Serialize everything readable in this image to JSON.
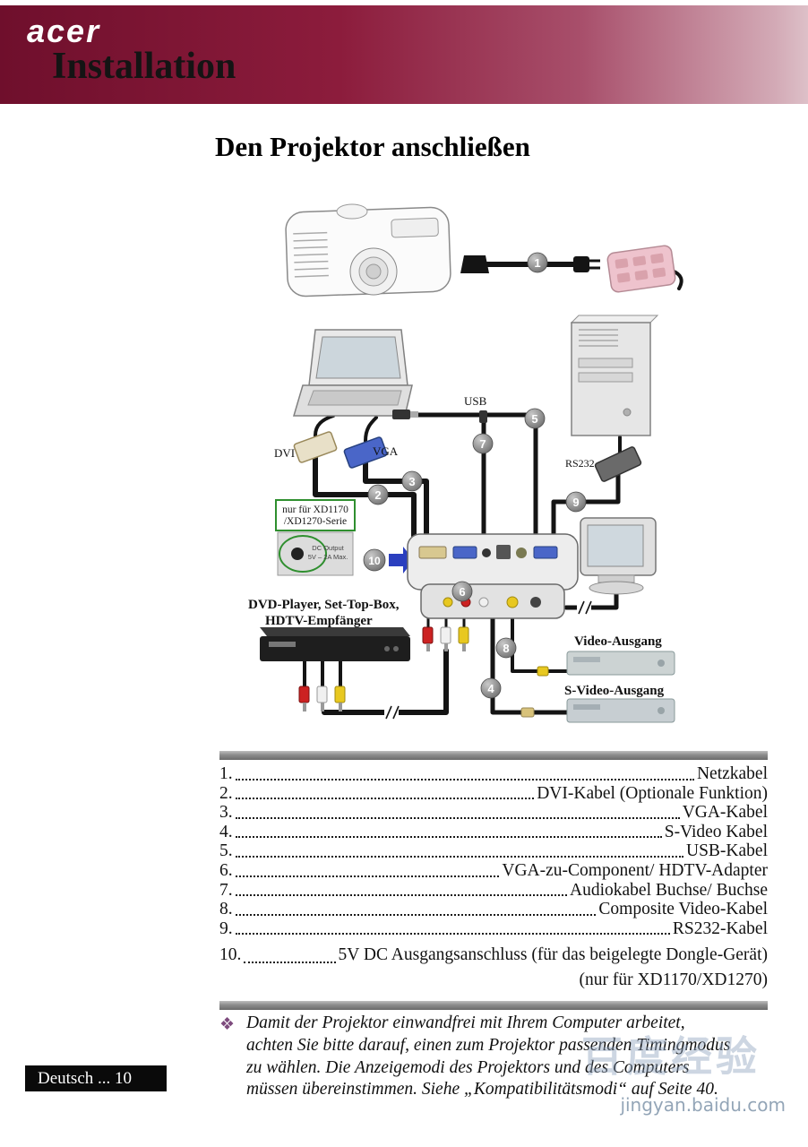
{
  "header": {
    "brand": "acer",
    "title": "Installation"
  },
  "page": {
    "title": "Den Projektor anschließen",
    "footer_label": "Deutsch ... 10"
  },
  "diagram": {
    "labels": {
      "usb": "USB",
      "dvi": "DVI",
      "vga": "VGA",
      "rs232": "RS232",
      "xd_note_line1": "nur für XD1170",
      "xd_note_line2": "/XD1270-Serie",
      "dc_output_line1": "DC Output",
      "dc_output_line2": "5V – 2A Max.",
      "dvd_line1": "DVD-Player, Set-Top-Box,",
      "dvd_line2": "HDTV-Empfänger",
      "video_out": "Video-Ausgang",
      "svideo_out": "S-Video-Ausgang"
    },
    "callouts": [
      "1",
      "2",
      "3",
      "4",
      "5",
      "6",
      "7",
      "8",
      "9",
      "10"
    ]
  },
  "cable_list": {
    "items": [
      {
        "num": "1.",
        "label": "Netzkabel"
      },
      {
        "num": "2.",
        "label": "DVI-Kabel (Optionale Funktion)"
      },
      {
        "num": "3.",
        "label": "VGA-Kabel"
      },
      {
        "num": "4.",
        "label": "S-Video Kabel"
      },
      {
        "num": "5.",
        "label": "USB-Kabel"
      },
      {
        "num": "6.",
        "label": "VGA-zu-Component/ HDTV-Adapter"
      },
      {
        "num": "7.",
        "label": "Audiokabel Buchse/ Buchse"
      },
      {
        "num": "8.",
        "label": "Composite Video-Kabel"
      },
      {
        "num": "9.",
        "label": "RS232-Kabel"
      },
      {
        "num": "10.",
        "label": "5V DC Ausgangsanschluss (für das beigelegte Dongle-Gerät)"
      }
    ],
    "item10_note": "(nur für XD1170/XD1270)"
  },
  "note": {
    "bullet": "❖",
    "lines": [
      "Damit der Projektor einwandfrei mit Ihrem Computer arbeitet,",
      "achten Sie bitte darauf, einen zum Projektor passenden Timingmodus",
      "zu wählen. Die Anzeigemodi des Projektors und des Computers",
      "müssen übereinstimmen. Siehe „Kompatibilitätsmodi“ auf Seite 40."
    ]
  },
  "watermark": {
    "brand": "百度经验",
    "url": "jingyan.baidu.com"
  },
  "colors": {
    "header_maroon": "#8c1c3c",
    "accent_green": "#2f8f2f",
    "callout_gray": "#8a8a8a",
    "footer_black": "#0a0a0a"
  }
}
